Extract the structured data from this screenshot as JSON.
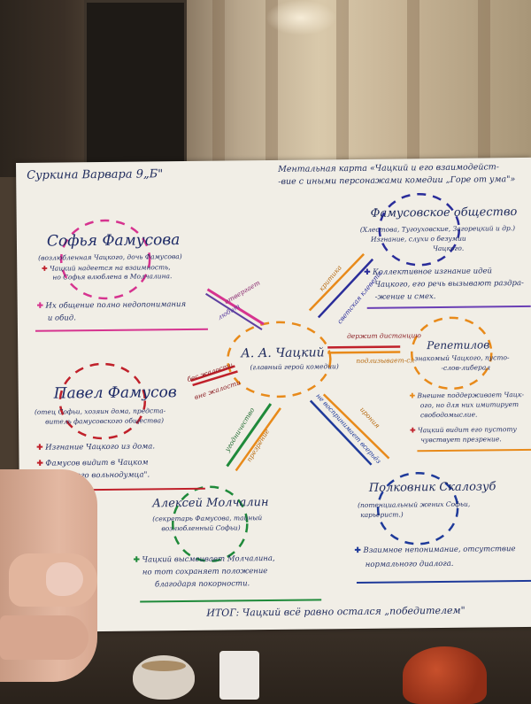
{
  "author": "Суркина Варвара 9„Б\"",
  "title_line1": "Ментальная карта «Чацкий и его взаимодейст-",
  "title_line2": "-вие с иными персонажами комедии „Горе от ума\"»",
  "center": {
    "name": "А. А. Чацкий",
    "sub": "(главный герой комедии)"
  },
  "sofia": {
    "name": "Софья Фамусова",
    "sub": "(возлюбленная Чацкого, дочь Фамусова)",
    "note1_a": "Чацкий надеется на взаимность,",
    "note1_b": "но Софья влюблена в Молчалина.",
    "note2_a": "Их общение полно недопонимания",
    "note2_b": "и обид.",
    "arrow_out": "отвергает",
    "arrow_in": "любит"
  },
  "famusov_society": {
    "name": "Фамусовское общество",
    "sub_a": "(Хлестова, Тугоуховские, Загорецкий и др.)",
    "sub_b": "Изгнание, слухи о безумии",
    "sub_c": "Чацкого.",
    "note_a": "Коллективное изгнание идей",
    "note_b": "Чацкого, его речь вызывают раздра-",
    "note_c": "-жение и смех.",
    "arrow_out": "критика",
    "arrow_in": "светская клевета"
  },
  "pavel": {
    "name": "Павел Фамусов",
    "sub_a": "(отец Софьи, хозяин дома, предста-",
    "sub_b": "витель фамусовского общества)",
    "note1": "Изгнание Чацкого из дома.",
    "note2_a": "Фамусов видит в Чацком",
    "note2_b": "„опасного вольнодумца\".",
    "arrow_out": "бес жалости",
    "arrow_in": "вне жалости"
  },
  "repetilov": {
    "name": "Репетилов",
    "sub_a": "знакомый Чацкого, пусто-",
    "sub_b": "-слов-либерал",
    "note1_a": "Внешне поддерживает Чацк-",
    "note1_b": "ого, но для них имитирует",
    "note1_c": "свободомыслие.",
    "note2_a": "Чацкий видит его пустоту",
    "note2_b": "чувствует презрение.",
    "arrow_out": "держит дистанцию",
    "arrow_in": "подлизывает-ся"
  },
  "molchalin": {
    "name": "Алексей Молчалин",
    "sub_a": "(секретарь Фамусова, тайный",
    "sub_b": "возлюбленный Софьи)",
    "note_a": "Чацкий высмеивает Молчалина,",
    "note_b": "но тот сохраняет положение",
    "note_c": "благодаря покорности.",
    "arrow_out": "угодничество",
    "arrow_in": "презрение"
  },
  "skalozub": {
    "name": "Полковник Скалозуб",
    "sub_a": "(потенциальный жених Софьи,",
    "sub_b": "карьерист.)",
    "note_a": "Взаимное непонимание, отсутствие",
    "note_b": "нормального диалога.",
    "arrow_out": "ирония",
    "arrow_in": "не воспринимает всерьёз"
  },
  "conclusion": "ИТОГ: Чацкий всё равно остался „победителем\"",
  "colors": {
    "ink": "#1e2a5c",
    "pink": "#d6338f",
    "purple": "#6a3fb5",
    "navy": "#1f3a9a",
    "orange": "#e88a1a",
    "red": "#c0202a",
    "green": "#1f8a3a",
    "paper": "#f1eee6"
  }
}
